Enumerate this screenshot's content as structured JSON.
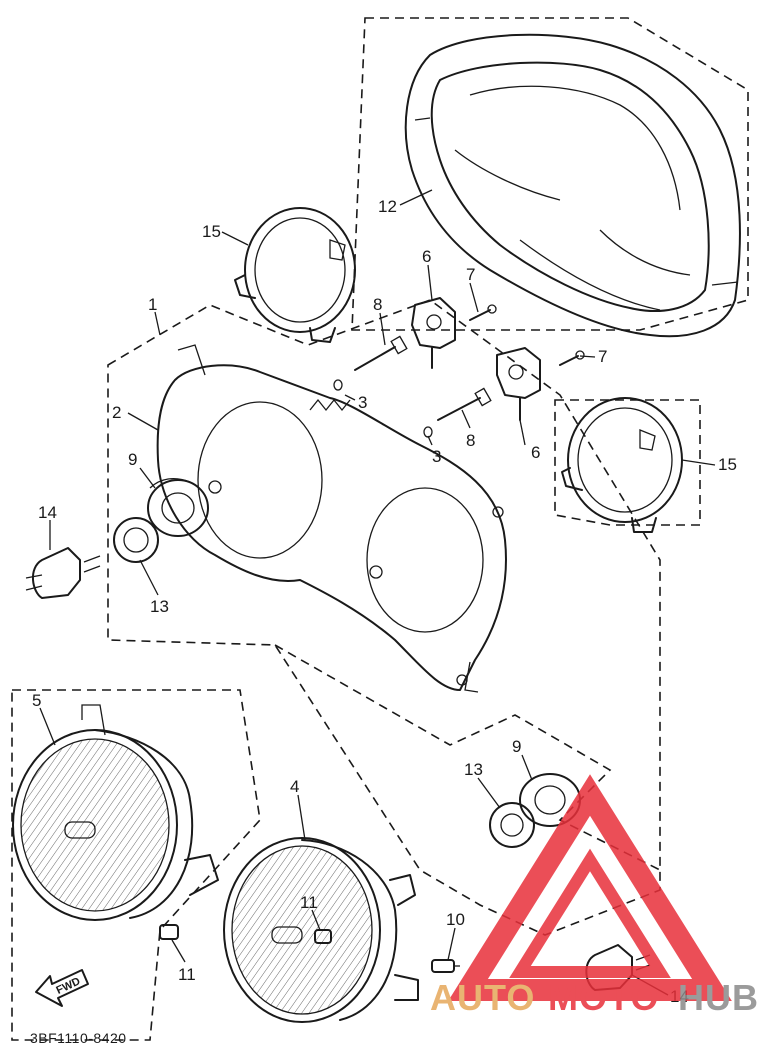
{
  "diagram": {
    "part_code": "3BF1110-8420",
    "direction_marker": "FWD",
    "callouts": {
      "c1": "1",
      "c2": "2",
      "c3a": "3",
      "c3b": "3",
      "c4": "4",
      "c5": "5",
      "c6a": "6",
      "c6b": "6",
      "c7a": "7",
      "c7b": "7",
      "c8a": "8",
      "c8b": "8",
      "c9a": "9",
      "c9b": "9",
      "c10": "10",
      "c11a": "11",
      "c11b": "11",
      "c12": "12",
      "c13a": "13",
      "c13b": "13",
      "c14a": "14",
      "c14b": "14",
      "c15a": "15",
      "c15b": "15"
    }
  },
  "watermark": {
    "text_a": "AUTO",
    "text_b": "MOTO",
    "text_c": "HUB",
    "colors": {
      "red": "#e8303a",
      "gray": "#8a8a8a",
      "tan": "#e6a85a"
    }
  }
}
